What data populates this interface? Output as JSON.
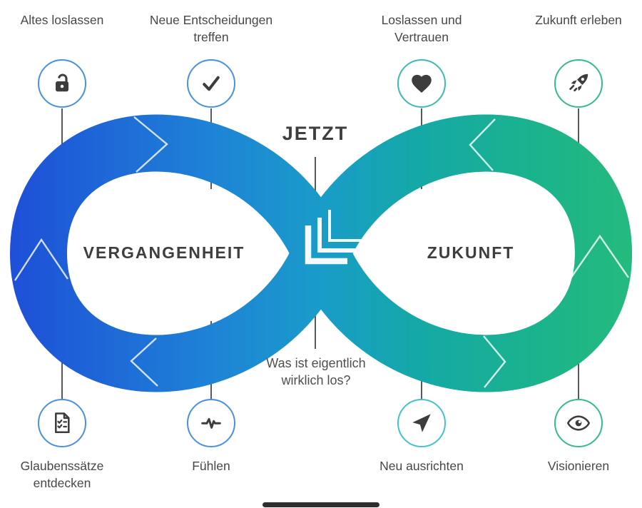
{
  "diagram": {
    "now_label": "JETZT",
    "past_label": "VERGANGENHEIT",
    "future_label": "ZUKUNFT",
    "question": "Was ist eigentlich wirklich los?"
  },
  "top_items": [
    {
      "label": "Altes loslassen",
      "icon": "unlock-icon"
    },
    {
      "label": "Neue Entscheidungen treffen",
      "icon": "check-icon"
    },
    {
      "label": "Loslassen und Vertrauen",
      "icon": "heart-icon"
    },
    {
      "label": "Zukunft erleben",
      "icon": "rocket-icon"
    }
  ],
  "bottom_items": [
    {
      "label": "Glaubenssätze entdecken",
      "icon": "checklist-icon"
    },
    {
      "label": "Fühlen",
      "icon": "pulse-icon"
    },
    {
      "label": "Neu ausrichten",
      "icon": "navigation-icon"
    },
    {
      "label": "Visionieren",
      "icon": "eye-icon"
    }
  ],
  "colors": {
    "ribbon_stops": [
      "#1e4fd8",
      "#1e84d6",
      "#199cc9",
      "#14a8a8",
      "#1bb38c",
      "#25ba7d"
    ],
    "circle_blue": "#4a90e2",
    "circle_teal": "#3bbcae",
    "circle_cyan": "#44c3c7",
    "circle_green": "#35ba90",
    "icon": "#3d3d3d",
    "heading_text": "#3e3e40",
    "label_text": "#474747",
    "connector_line": "#58595b",
    "chevron": "#ffffff",
    "bottom_bar": "#1c1c1c"
  }
}
